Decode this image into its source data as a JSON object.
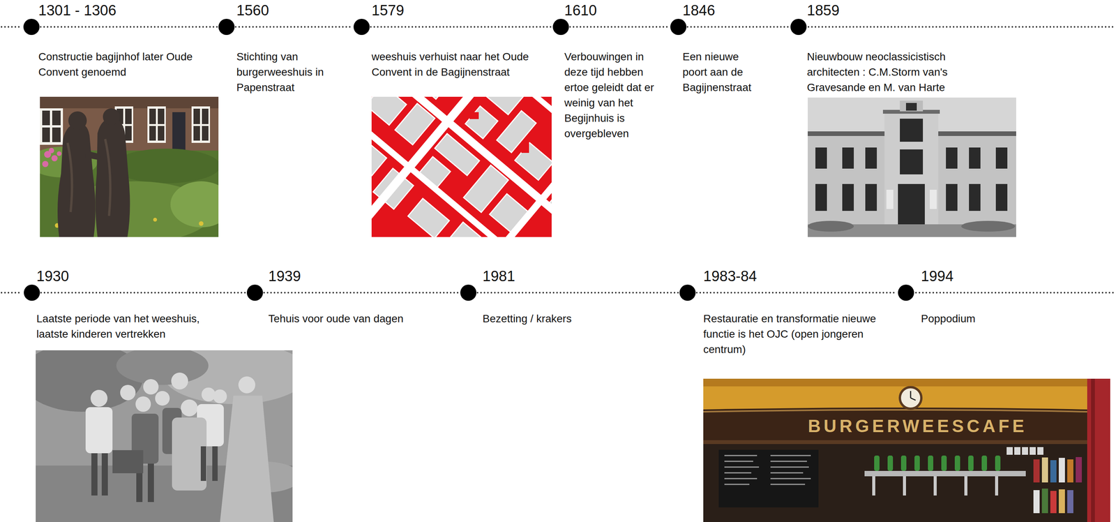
{
  "diagram": {
    "nodes": [
      {
        "text": [
          "1301 - 1306",
          "Constructie bagijnhof later Oude Convent genoemd"
        ]
      },
      {
        "text": [
          "1560",
          "Stichting van burgerweeshuis in Papenstraat"
        ]
      },
      {
        "text": [
          "1579",
          "weeshuis verhuist naar het Oude Convent in de Bagijnenstraat"
        ]
      },
      {
        "text": [
          "1610",
          "Verbouwingen in deze tijd hebben ertoe geleidt dat er weinig van het Begijnhuis is overgebleven"
        ]
      },
      {
        "text": [
          "1846",
          "Een nieuwe poort aan de Bagijnenstraat"
        ]
      },
      {
        "text": [
          "1859",
          "Nieuwbouw neoclassicistisch architecten : C.M.Storm van's Gravesande en M. van Harte"
        ]
      },
      {
        "text": [
          "1930",
          "Laatste periode van het weeshuis, laatste kinderen vertrekken"
        ]
      },
      {
        "text": [
          "1939",
          "Tehuis voor oude van dagen"
        ]
      },
      {
        "text": [
          "1981",
          "Bezetting / krakers"
        ]
      },
      {
        "text": [
          "1983-84",
          "Restauratie en transformatie nieuwe functie is het OJC (open jongeren centrum)"
        ]
      },
      {
        "text": [
          "1994",
          "Poppodium"
        ]
      }
    ],
    "edges": [
      {
        "from": 0,
        "to": 1,
        "arrow": "none"
      },
      {
        "from": 1,
        "to": 2,
        "arrow": "none"
      },
      {
        "from": 2,
        "to": 3,
        "arrow": "none"
      },
      {
        "from": 3,
        "to": 4,
        "arrow": "none"
      },
      {
        "from": 4,
        "to": 5,
        "arrow": "none"
      },
      {
        "from": 6,
        "to": 7,
        "arrow": "none"
      },
      {
        "from": 7,
        "to": 8,
        "arrow": "none"
      },
      {
        "from": 8,
        "to": 9,
        "arrow": "none"
      },
      {
        "from": 9,
        "to": 10,
        "arrow": "none"
      }
    ],
    "labels": [
      "BURGERWEESCAFE"
    ]
  }
}
